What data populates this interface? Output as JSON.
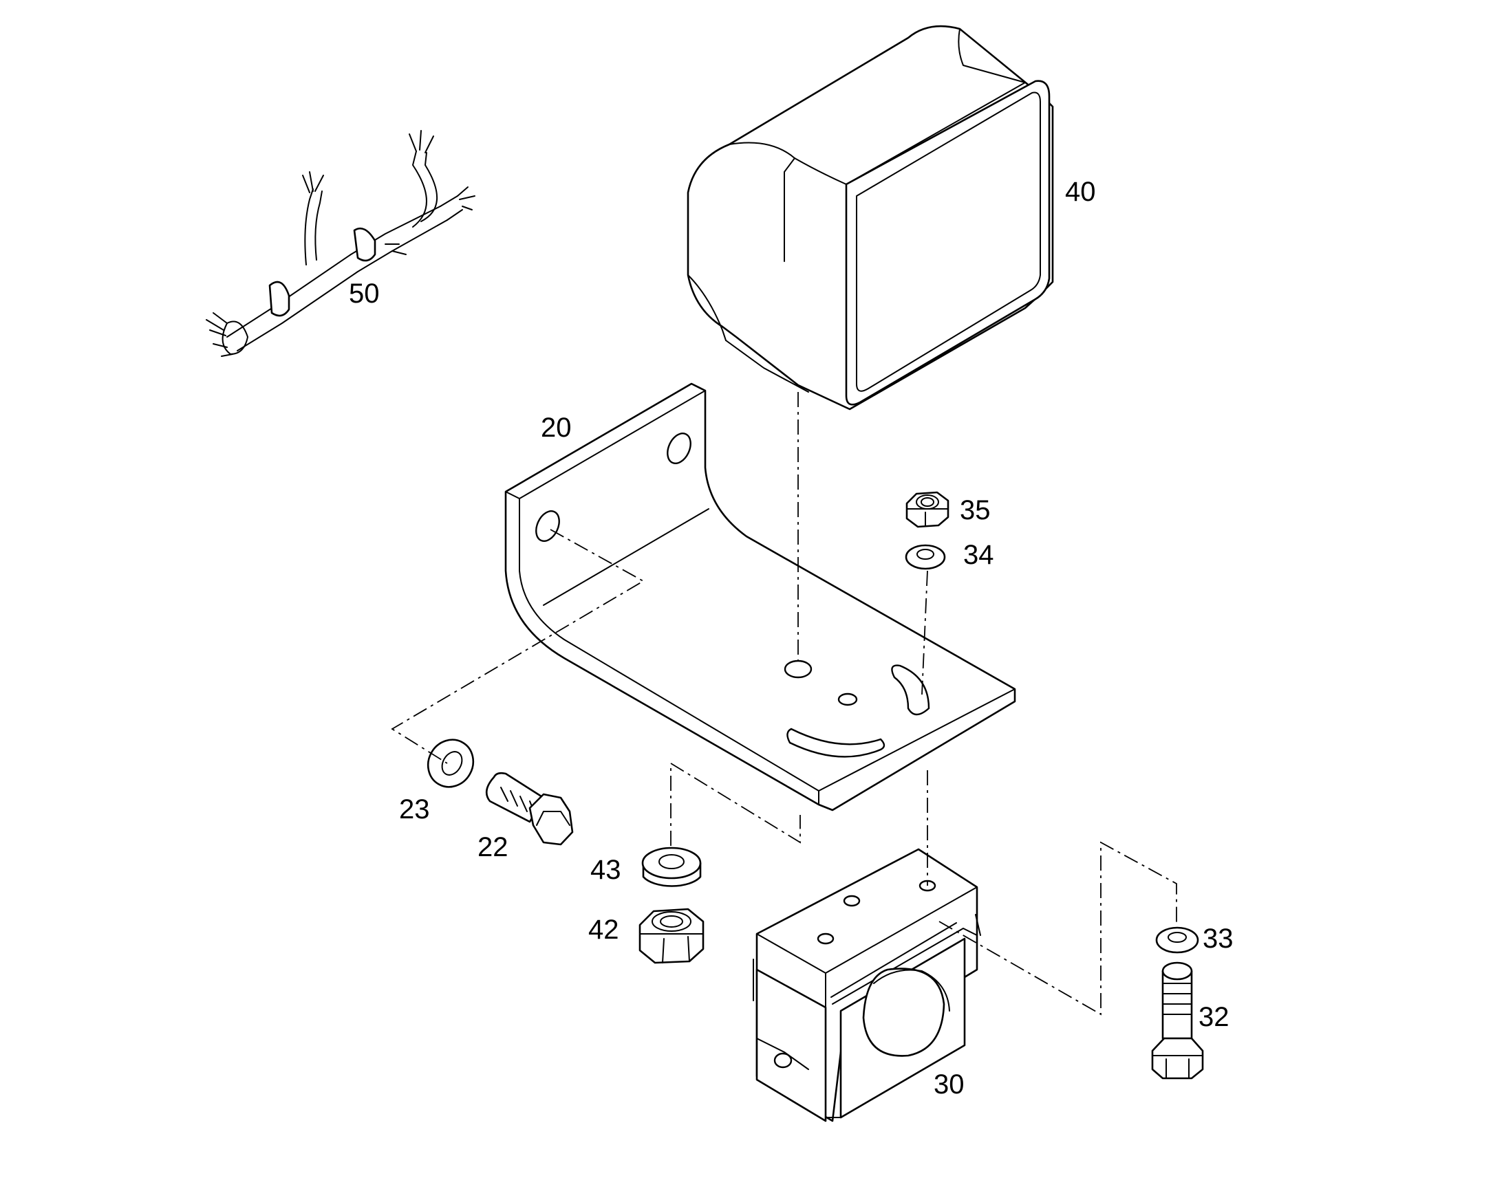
{
  "diagram": {
    "type": "exploded-parts-diagram",
    "line_color": "#000000",
    "background": "#ffffff",
    "callouts": [
      {
        "key": "p40",
        "label": "40"
      },
      {
        "key": "p50",
        "label": "50"
      },
      {
        "key": "p20",
        "label": "20"
      },
      {
        "key": "p35",
        "label": "35"
      },
      {
        "key": "p34",
        "label": "34"
      },
      {
        "key": "p23",
        "label": "23"
      },
      {
        "key": "p22",
        "label": "22"
      },
      {
        "key": "p43",
        "label": "43"
      },
      {
        "key": "p42",
        "label": "42"
      },
      {
        "key": "p33",
        "label": "33"
      },
      {
        "key": "p32",
        "label": "32"
      },
      {
        "key": "p30",
        "label": "30"
      }
    ]
  }
}
